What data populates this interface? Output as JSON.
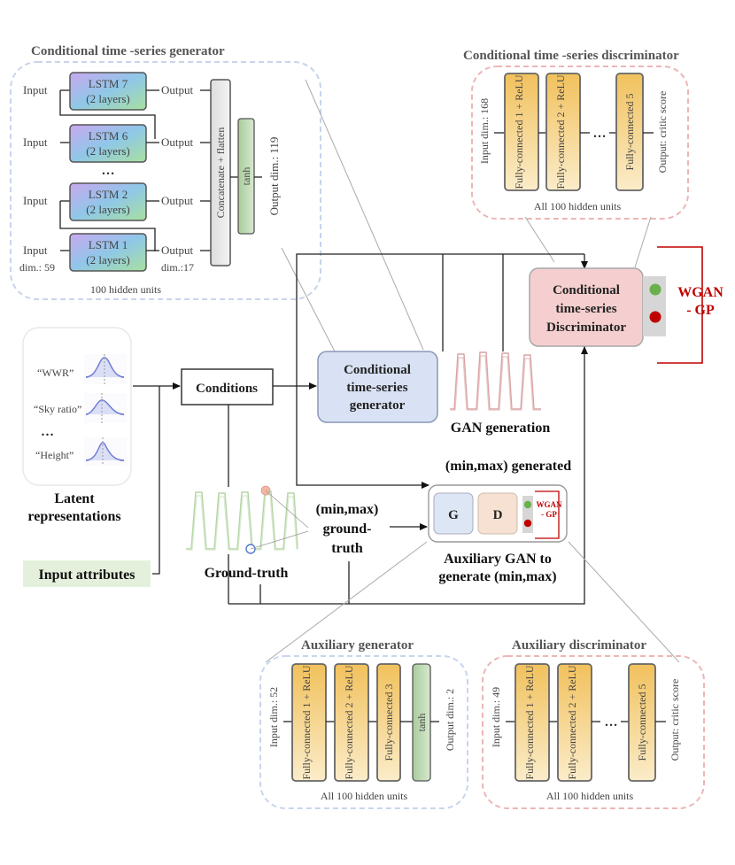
{
  "generator_panel": {
    "title": "Conditional time -series generator",
    "lstm_blocks": [
      {
        "name": "LSTM 7",
        "sub": "(2 layers)"
      },
      {
        "name": "LSTM 6",
        "sub": "(2 layers)"
      },
      {
        "name": "LSTM 2",
        "sub": "(2 layers)"
      },
      {
        "name": "LSTM 1",
        "sub": "(2 layers)"
      }
    ],
    "input_label": "Input",
    "output_label": "Output",
    "ellipsis": "…",
    "input_dim": "dim.: 59",
    "output_dim_lstm": "dim.:17",
    "concat_label": "Concatenate + flatten",
    "tanh_label": "tanh",
    "output_dim": "Output dim.: 119",
    "footer": "100 hidden units"
  },
  "discriminator_panel": {
    "title": "Conditional time -series discriminator",
    "input_dim": "Input dim.: 168",
    "fc_layers": [
      "Fully-connected 1 + ReLU",
      "Fully-connected 2 + ReLU",
      "Fully-connected 5"
    ],
    "ellipsis": "…",
    "output": "Output: critic score",
    "footer": "All 100 hidden units"
  },
  "main_flow": {
    "latent": {
      "attrs": [
        "“WWR”",
        "“Sky ratio”",
        "…",
        "“Height”"
      ],
      "label_line1": "Latent",
      "label_line2": "representations"
    },
    "input_attributes": "Input attributes",
    "conditions": "Conditions",
    "generator_node": [
      "Conditional",
      "time-series",
      "generator"
    ],
    "discriminator_node": [
      "Conditional",
      "time-series",
      "Discriminator"
    ],
    "wgan_gp": [
      "WGAN",
      "- GP"
    ],
    "gan_generation": "GAN generation",
    "minmax_generated": "(min,max) generated",
    "minmax_groundtruth": [
      "(min,max)",
      "ground-",
      "truth"
    ],
    "ground_truth": "Ground-truth",
    "aux_gan": {
      "g": "G",
      "d": "D",
      "wgan_gp": [
        "WGAN",
        "- GP"
      ],
      "caption": [
        "Auxiliary GAN to",
        "generate (min,max)"
      ]
    }
  },
  "aux_generator_panel": {
    "title": "Auxiliary generator",
    "input_dim": "Input dim.: 52",
    "fc_layers": [
      "Fully-connected 1 + ReLU",
      "Fully-connected 2 + ReLU",
      "Fully-connected 3"
    ],
    "tanh_label": "tanh",
    "output_dim": "Output dim.: 2",
    "footer": "All 100 hidden units"
  },
  "aux_discriminator_panel": {
    "title": "Auxiliary discriminator",
    "input_dim": "Input dim.: 49",
    "fc_layers": [
      "Fully-connected 1 + ReLU",
      "Fully-connected 2 + ReLU",
      "Fully-connected 5"
    ],
    "ellipsis": "…",
    "output": "Output: critic score",
    "footer": "All 100 hidden units"
  }
}
